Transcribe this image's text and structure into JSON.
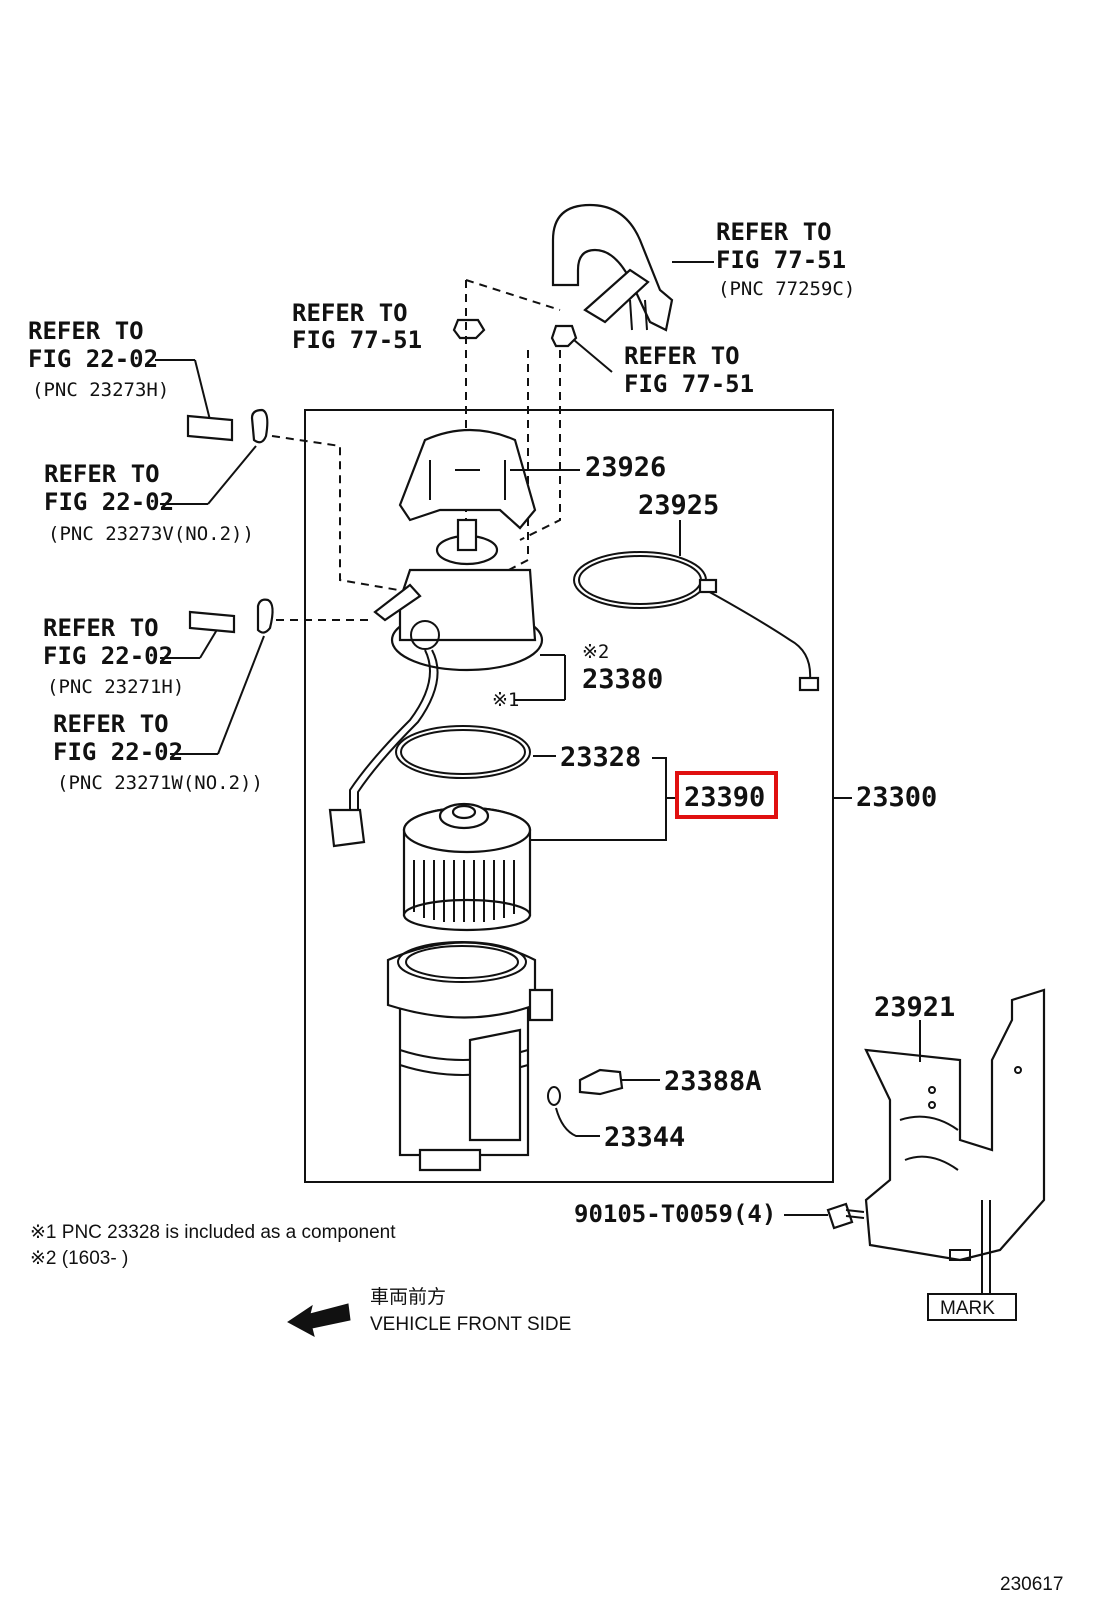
{
  "refs": {
    "hose_top_1": "REFER TO",
    "hose_top_2": "FIG 77-51",
    "hose_top_3": "(PNC 77259C)",
    "clip_left_1": "REFER TO",
    "clip_left_2": "FIG 77-51",
    "clip_right_1": "REFER TO",
    "clip_right_2": "FIG 77-51",
    "r1_1": "REFER TO",
    "r1_2": "FIG 22-02",
    "r1_3": "(PNC 23273H)",
    "r2_1": "REFER TO",
    "r2_2": "FIG 22-02",
    "r2_3": "(PNC 23273V(NO.2))",
    "r3_1": "REFER TO",
    "r3_2": "FIG 22-02",
    "r3_3": "(PNC 23271H)",
    "r4_1": "REFER TO",
    "r4_2": "FIG 22-02",
    "r4_3": "(PNC 23271W(NO.2))"
  },
  "parts": {
    "p23926": "23926",
    "p23925": "23925",
    "p23380": "23380",
    "p23328": "23328",
    "p23390": "23390",
    "p23300": "23300",
    "p23921": "23921",
    "p23388A": "23388A",
    "p23344": "23344",
    "p90105": "90105-T0059(4)",
    "mark": "MARK"
  },
  "marks": {
    "m1": "※1",
    "m2": "※2"
  },
  "notes": {
    "n1": "※1 PNC 23328 is included as a component",
    "n2": "※2 (1603-        )",
    "front_jp": "車両前方",
    "front_en": "VEHICLE FRONT SIDE"
  },
  "figure_id": "230617",
  "colors": {
    "highlight": "#e01010",
    "ink": "#111111"
  }
}
